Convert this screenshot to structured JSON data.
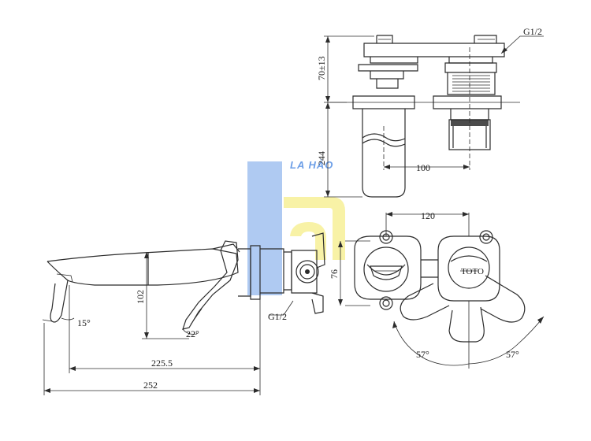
{
  "watermark": {
    "text": "LA HÀO",
    "color_blue": "#3d7fe0",
    "color_yellow": "#f3e96a"
  },
  "dimensions": {
    "side_spout_total": "252",
    "side_spout_reach": "225.5",
    "side_height": "102",
    "side_angle_spout": "15°",
    "side_angle_handle": "22°",
    "side_thread": "G1/2",
    "top_thread": "G1/2",
    "top_height": "70±13",
    "top_depth": "244",
    "top_offset": "100",
    "front_center_distance": "120",
    "front_plate_height": "76",
    "front_angle_left": "57°",
    "front_angle_right": "57°"
  },
  "colors": {
    "line": "#2b2b2b",
    "background": "#ffffff"
  }
}
